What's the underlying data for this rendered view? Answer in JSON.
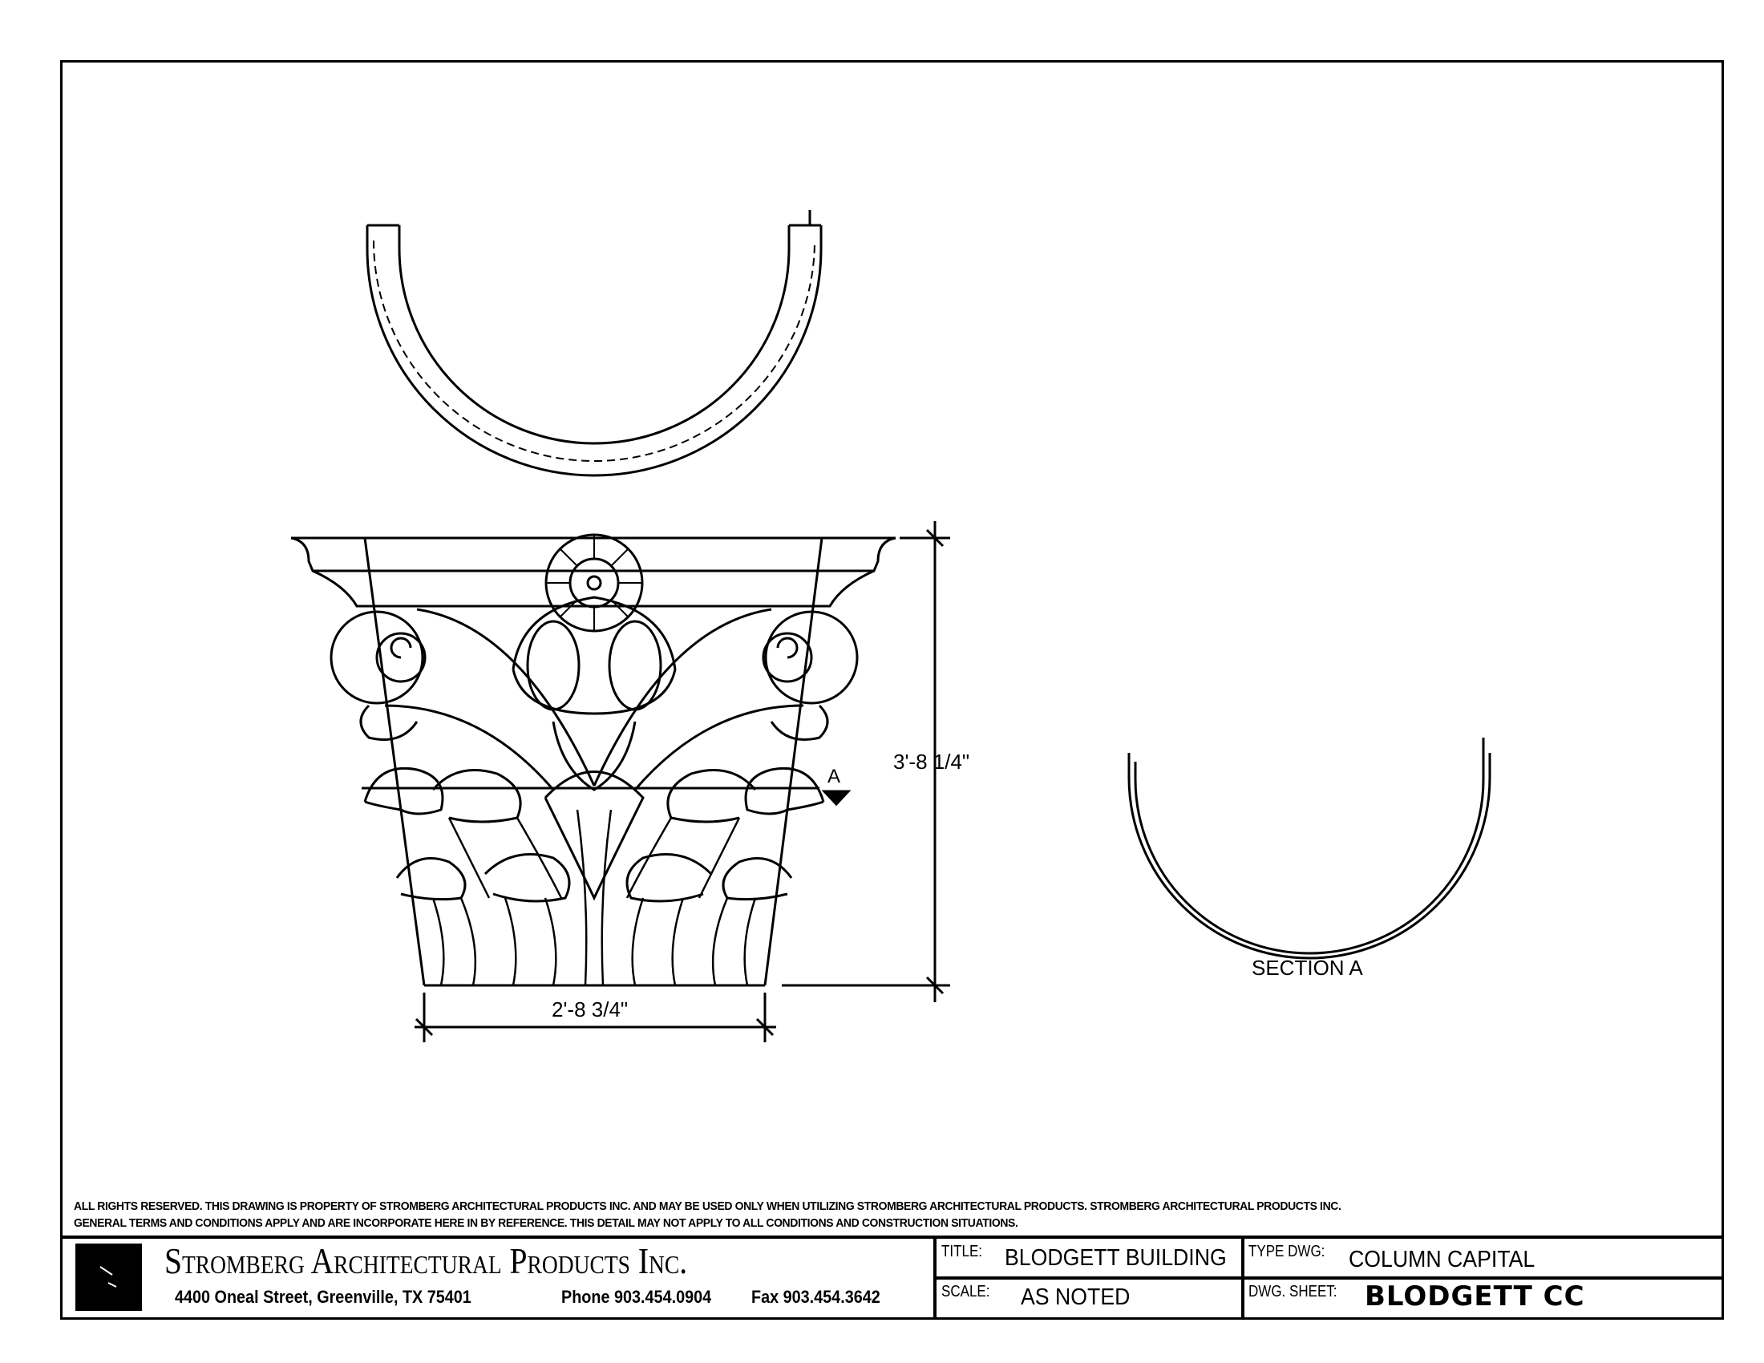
{
  "drawing": {
    "dimension_height": "3'-8 1/4\"",
    "dimension_width": "2'-8 3/4\"",
    "section_marker": "A",
    "section_label": "SECTION A"
  },
  "notice": {
    "line1": "ALL RIGHTS RESERVED. THIS DRAWING IS PROPERTY OF STROMBERG ARCHITECTURAL PRODUCTS INC. AND MAY BE USED ONLY WHEN UTILIZING STROMBERG ARCHITECTURAL PRODUCTS.  STROMBERG ARCHITECTURAL PRODUCTS INC.",
    "line2": "GENERAL TERMS AND CONDITIONS APPLY AND ARE INCORPORATE HERE IN BY REFERENCE.  THIS DETAIL MAY NOT APPLY TO ALL CONDITIONS AND CONSTRUCTION SITUATIONS."
  },
  "title_block": {
    "company": "Stromberg Architectural Products Inc.",
    "address": "4400 Oneal Street, Greenville, TX  75401",
    "phone": "Phone 903.454.0904",
    "fax": "Fax 903.454.3642",
    "title_label": "TITLE:",
    "title_value": "BLODGETT BUILDING",
    "type_label": "TYPE DWG:",
    "type_value": "COLUMN CAPITAL",
    "scale_label": "SCALE:",
    "scale_value": "AS NOTED",
    "sheet_label": "DWG. SHEET:",
    "sheet_value": "BLODGETT CC"
  }
}
